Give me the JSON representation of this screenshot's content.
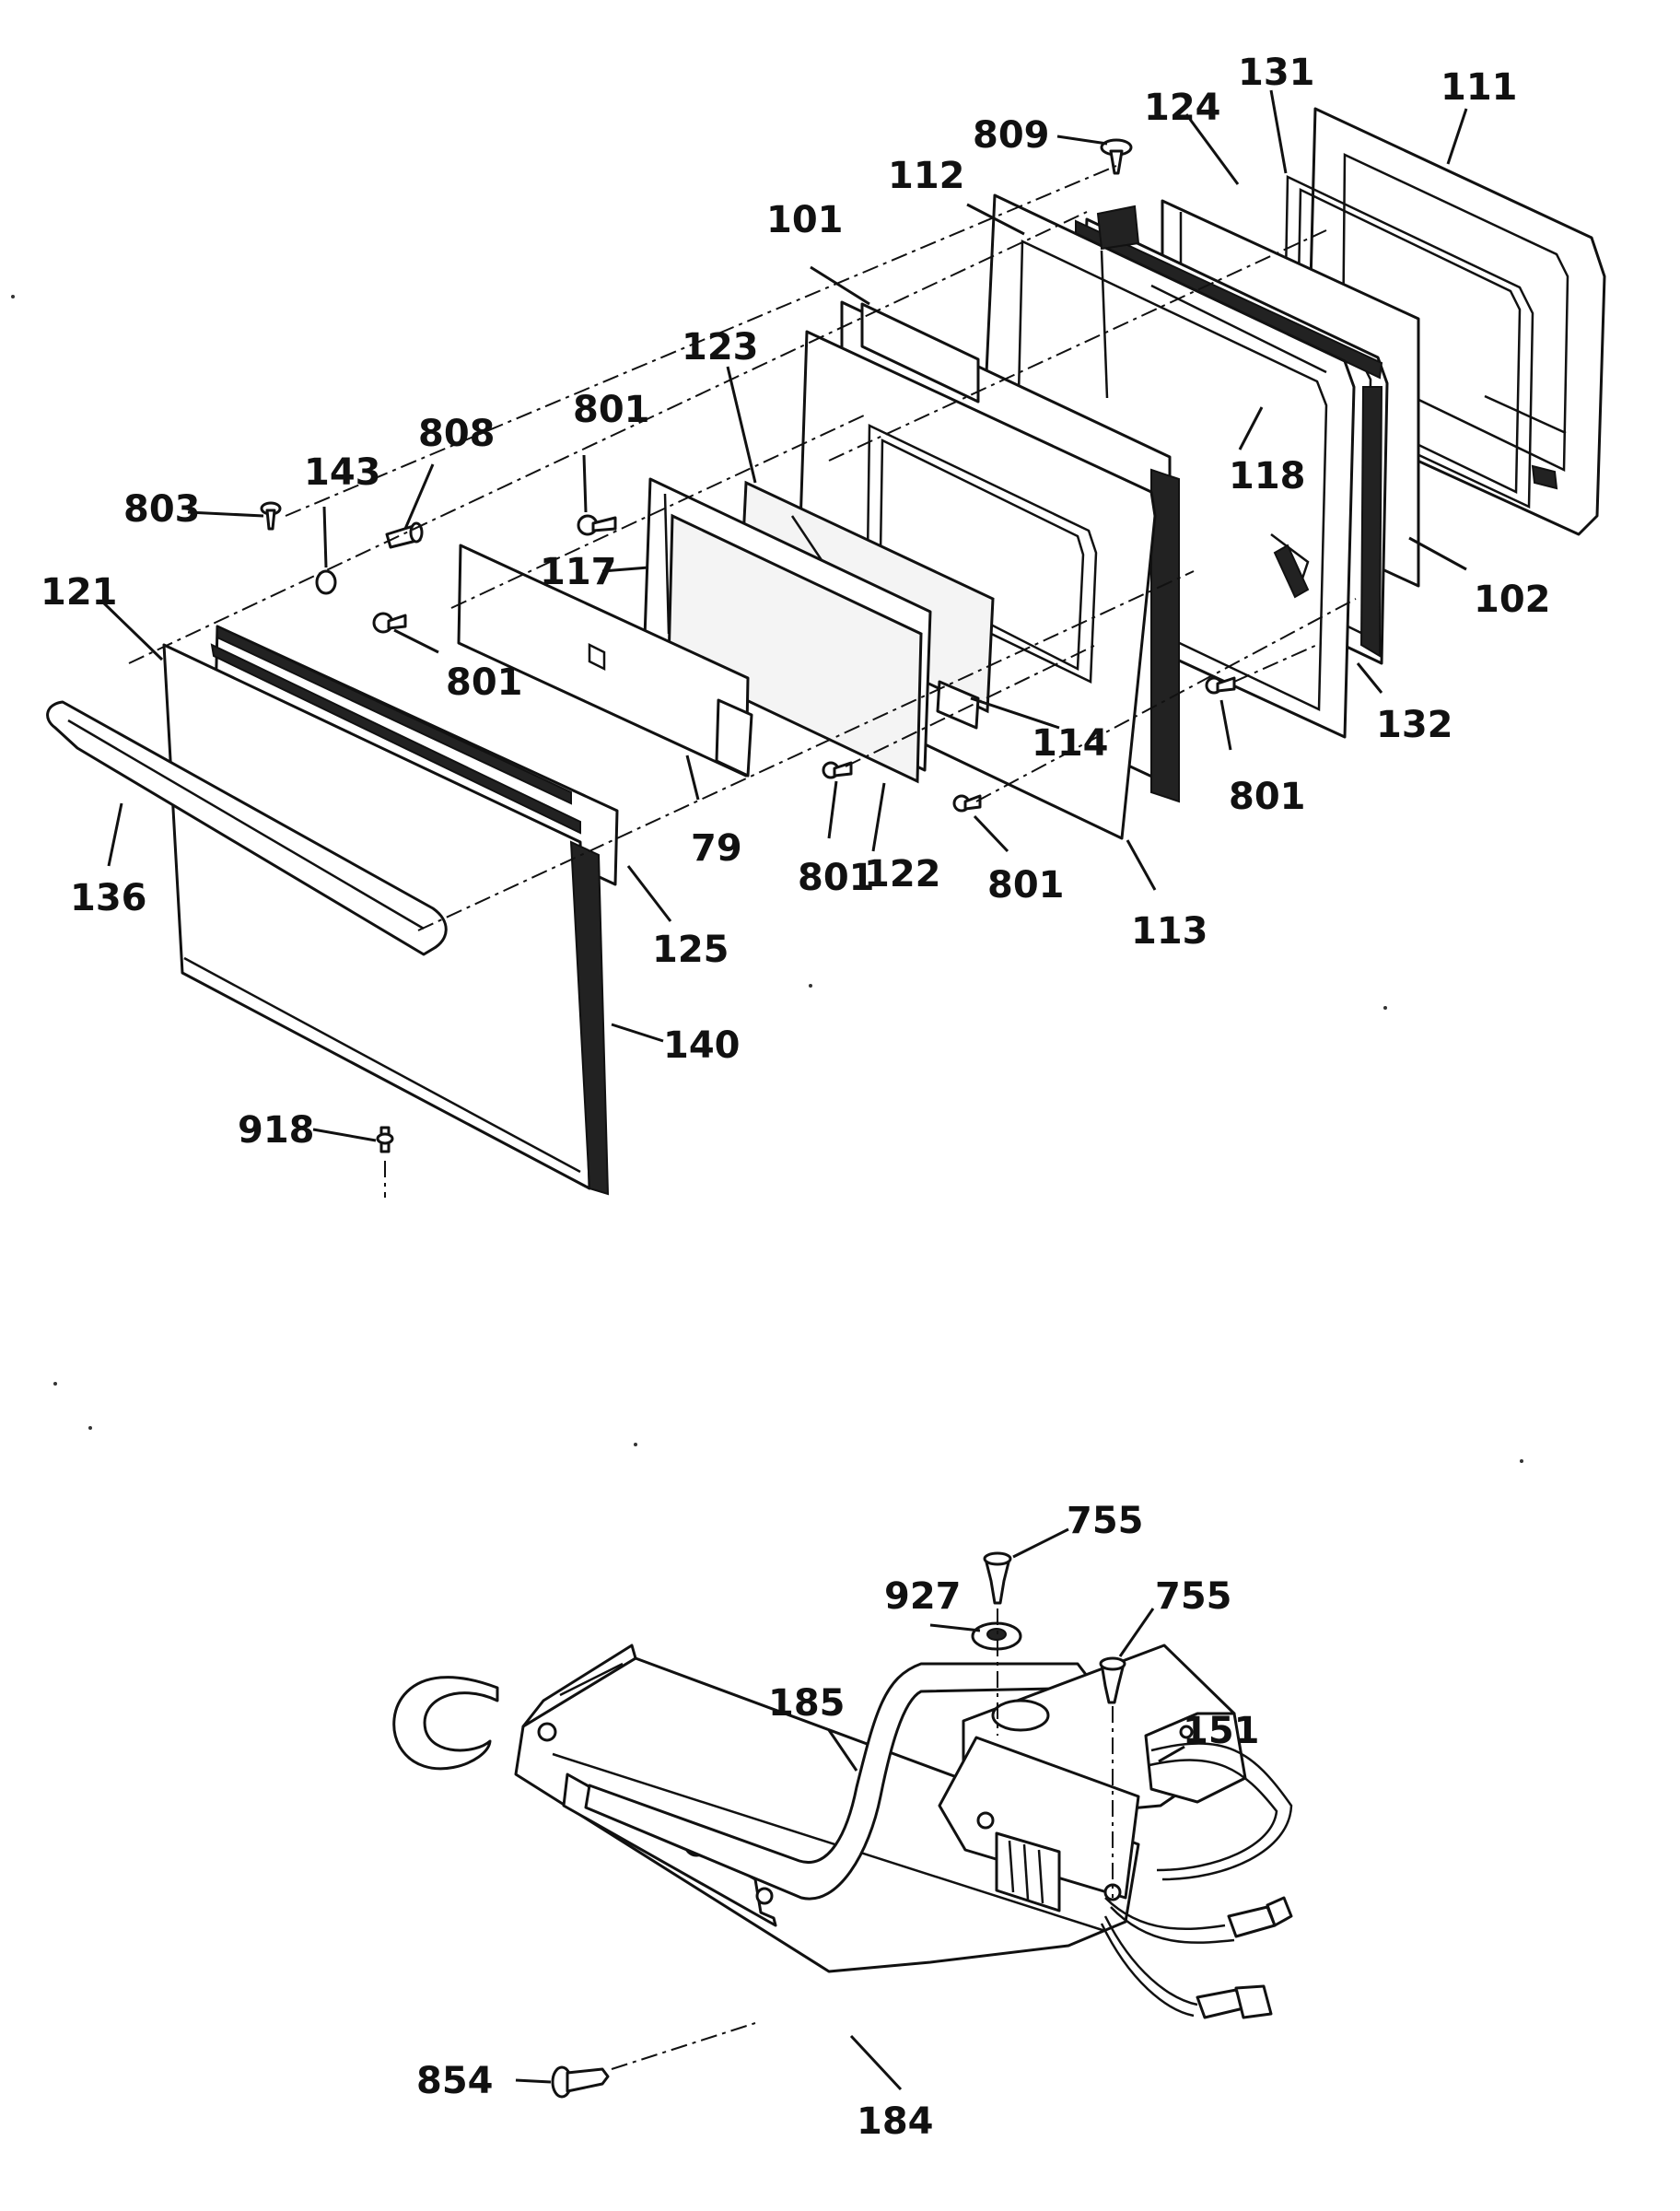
{
  "labels": {
    "p111": "111",
    "p131": "131",
    "p124": "124",
    "p809": "809",
    "p112": "112",
    "p101": "101",
    "p123": "123",
    "p801a": "801",
    "p808": "808",
    "p143": "143",
    "p803": "803",
    "p121": "121",
    "p117": "117",
    "p801b": "801",
    "p118": "118",
    "p102": "102",
    "p114": "114",
    "p132": "132",
    "p79": "79",
    "p801c": "801",
    "p136": "136",
    "p125": "125",
    "p801d": "801",
    "p122": "122",
    "p801e": "801",
    "p113": "113",
    "p140": "140",
    "p918": "918",
    "p755a": "755",
    "p927": "927",
    "p755b": "755",
    "p185": "185",
    "p151": "151",
    "p854": "854",
    "p184": "184"
  }
}
